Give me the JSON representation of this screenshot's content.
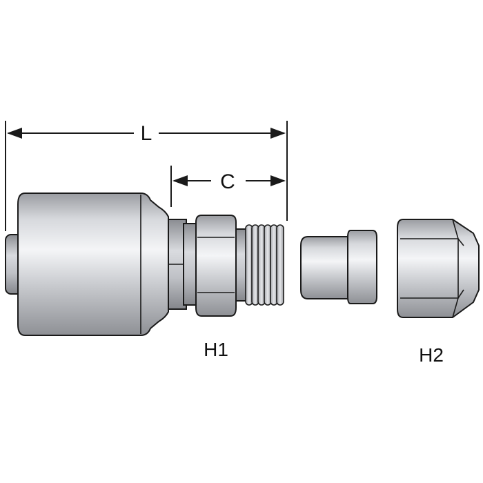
{
  "labels": {
    "length": "L",
    "cutoff": "C",
    "hex1": "H1",
    "hex2": "H2"
  },
  "colors": {
    "outline": "#1a1a1a",
    "metal_dark": "#8e9095",
    "metal_mid": "#c4c6cb",
    "metal_light": "#f2f3f5"
  }
}
